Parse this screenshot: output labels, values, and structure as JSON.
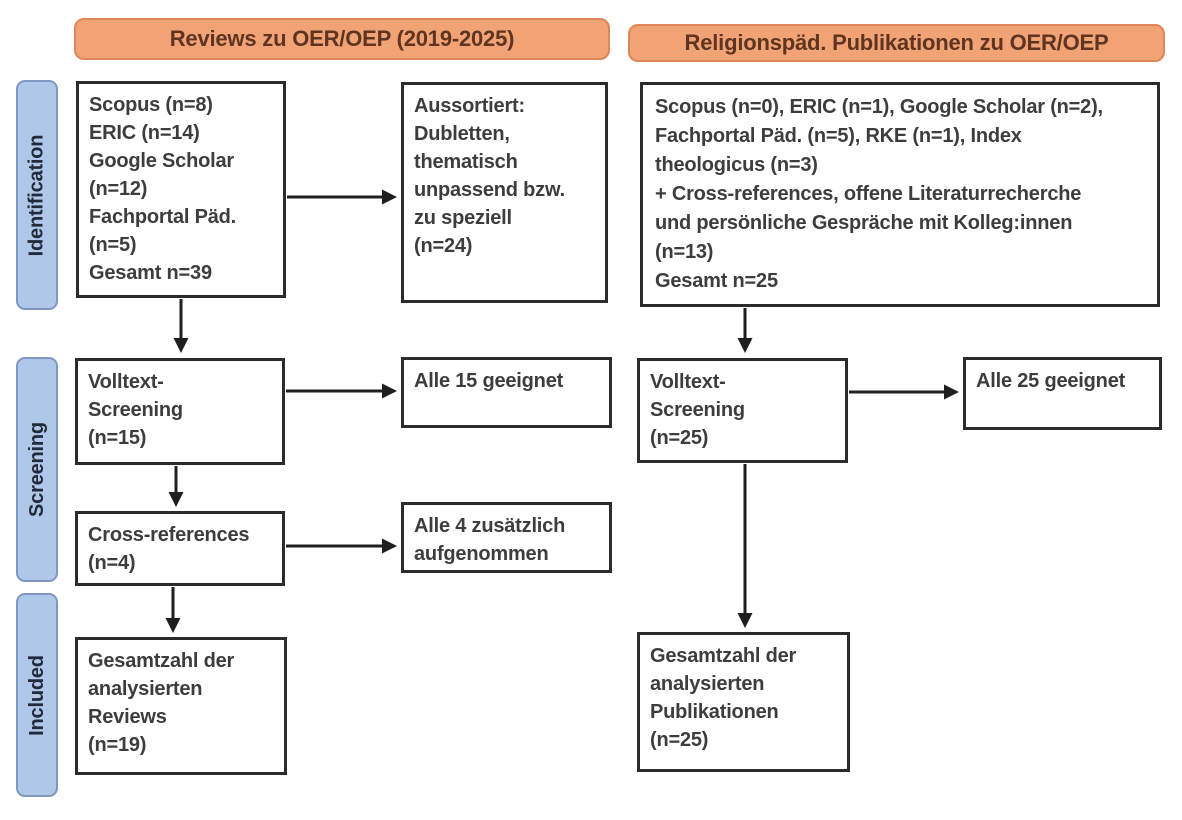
{
  "headers": {
    "left": "Reviews zu OER/OEP (2019-2025)",
    "right": "Religionspäd. Publikationen zu OER/OEP"
  },
  "sidebar": {
    "identification": "Identification",
    "screening": "Screening",
    "included": "Included"
  },
  "left_flow": {
    "sources": "Scopus (n=8)\nERIC (n=14)\nGoogle Scholar\n(n=12)\nFachportal Päd.\n(n=5)\nGesamt n=39",
    "excluded": "Aussortiert:\nDubletten,\nthematisch\nunpassend bzw.\nzu speziell\n(n=24)",
    "fulltext": "Volltext-\nScreening\n(n=15)",
    "fulltext_result": "Alle 15 geeignet",
    "crossref": "Cross-references\n(n=4)",
    "crossref_result": "Alle 4 zusätzlich\naufgenommen",
    "included": "Gesamtzahl der\nanalysierten\nReviews\n(n=19)"
  },
  "right_flow": {
    "sources": "Scopus (n=0), ERIC (n=1), Google Scholar (n=2),\nFachportal Päd. (n=5), RKE (n=1), Index\ntheologicus (n=3)\n+ Cross-references, offene Literaturrecherche\nund persönliche Gespräche mit Kolleg:innen\n(n=13)\nGesamt n=25",
    "fulltext": "Volltext-\nScreening\n(n=25)",
    "fulltext_result": "Alle 25 geeignet",
    "included": "Gesamtzahl der\nanalysierten\nPublikationen\n(n=25)"
  },
  "colors": {
    "header_fill": "#F1A375",
    "header_border": "#DE8658",
    "header_text": "#5F3522",
    "stage_fill": "#AFC7E9",
    "stage_border": "#8096C0",
    "stage_text": "#222B3A",
    "box_border": "#2B2B2B",
    "box_text": "#3D3D3D",
    "arrow": "#1F1F1F",
    "background": "#FFFFFF"
  }
}
